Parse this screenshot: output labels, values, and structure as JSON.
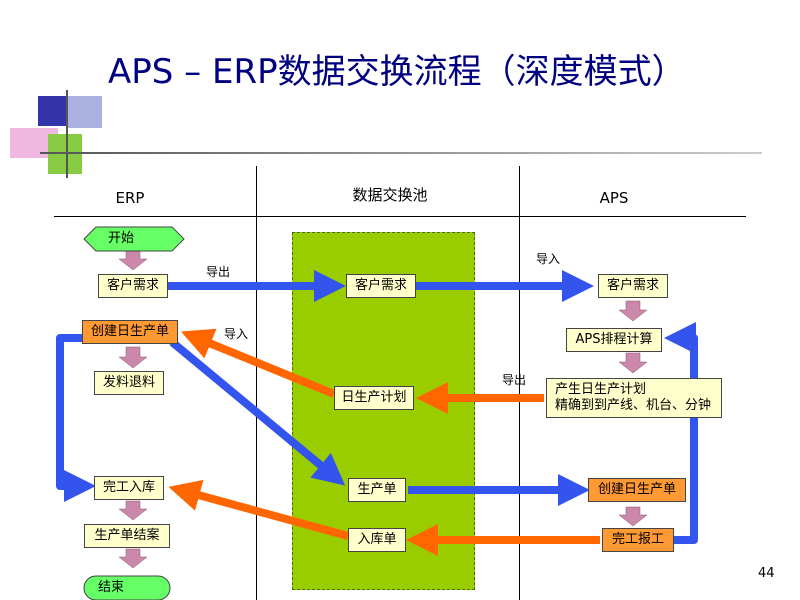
{
  "title": "APS – ERP数据交换流程（深度模式）",
  "columns": {
    "erp": "ERP",
    "pool": "数据交换池",
    "aps": "APS"
  },
  "nodes": {
    "start": "开始",
    "erp_customer_demand": "客户需求",
    "erp_create_daily_plan": "创建日生产单",
    "erp_issue_return": "发料退料",
    "erp_completion_stockin": "完工入库",
    "erp_order_close": "生产单结案",
    "end": "结束",
    "pool_customer_demand": "客户需求",
    "pool_daily_plan": "日生产计划",
    "pool_production_order": "生产单",
    "pool_stockin_order": "入库单",
    "aps_customer_demand": "客户需求",
    "aps_scheduling": "APS排程计算",
    "aps_daily_plan_line1": "产生日生产计划",
    "aps_daily_plan_line2": "精确到到产线、机台、分钟",
    "aps_create_daily_order": "创建日生产单",
    "aps_work_report": "完工报工"
  },
  "labels": {
    "export_erp": "导出",
    "import_aps": "导入",
    "import_erp": "导入",
    "export_aps": "导出"
  },
  "colors": {
    "blue_flow": "#3355ee",
    "orange_flow": "#ff6600",
    "pink_step": "#cc88aa",
    "pool_fill": "#9acd00"
  },
  "page_number": "44"
}
